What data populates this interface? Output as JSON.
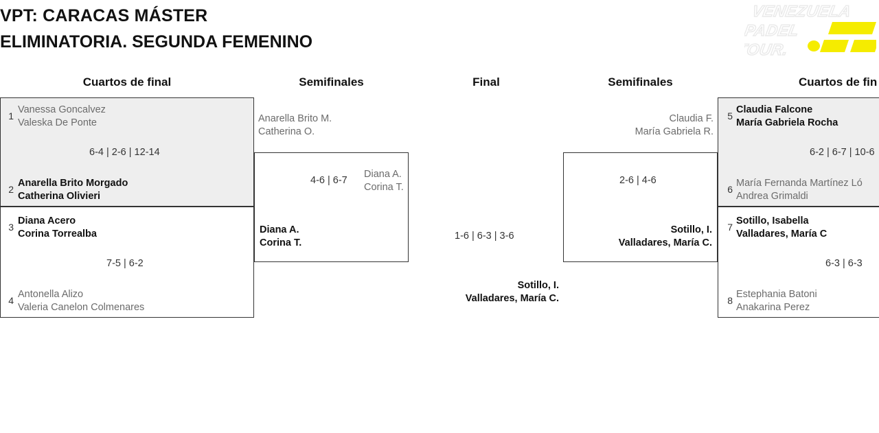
{
  "header": {
    "title_line1": "VPT: CARACAS MÁSTER",
    "title_line2": "ELIMINATORIA. SEGUNDA FEMENINO",
    "logo_line1": "VENEZUELA",
    "logo_line2": "PADEL",
    "logo_line3": "TOUR.",
    "logo_accent_color": "#f5ec00"
  },
  "columns": {
    "qf_left": "Cuartos de final",
    "sf_left": "Semifinales",
    "final": "Final",
    "sf_right": "Semifinales",
    "qf_right": "Cuartos de fin"
  },
  "bracket": {
    "qf_left": [
      {
        "shaded": true,
        "score": "6-4 | 2-6 | 12-14",
        "top": {
          "seed": "1",
          "player1": "Vanessa Goncalvez",
          "player2": "Valeska De Ponte",
          "result": "loser"
        },
        "bottom": {
          "seed": "2",
          "player1": "Anarella Brito Morgado",
          "player2": "Catherina Olivieri",
          "result": "winner"
        }
      },
      {
        "shaded": false,
        "score": "7-5 | 6-2",
        "top": {
          "seed": "3",
          "player1": "Diana Acero",
          "player2": "Corina Torrealba",
          "result": "winner"
        },
        "bottom": {
          "seed": "4",
          "player1": "Antonella Alizo",
          "player2": "Valeria Canelon Colmenares",
          "result": "loser"
        }
      }
    ],
    "sf_left": {
      "score": "4-6 | 6-7",
      "top": {
        "player1": "Anarella Brito M.",
        "player2": "Catherina O.",
        "result": "loser"
      },
      "bottom": {
        "player1": "Diana A.",
        "player2": "Corina T.",
        "result": "winner"
      }
    },
    "final": {
      "score": "1-6 | 6-3 | 3-6",
      "top": {
        "player1": "Diana A.",
        "player2": "Corina T.",
        "result": "loser"
      },
      "bottom": {
        "player1": "Sotillo, I.",
        "player2": "Valladares, María C.",
        "result": "winner"
      }
    },
    "sf_right": {
      "score": "2-6 | 4-6",
      "top": {
        "player1": "Claudia F.",
        "player2": "María Gabriela R.",
        "result": "loser"
      },
      "bottom": {
        "player1": "Sotillo, I.",
        "player2": "Valladares, María C.",
        "result": "winner"
      }
    },
    "qf_right": [
      {
        "shaded": true,
        "score": "6-2 | 6-7 | 10-6",
        "top": {
          "seed": "5",
          "player1": "Claudia Falcone",
          "player2": "María Gabriela Rocha",
          "result": "winner"
        },
        "bottom": {
          "seed": "6",
          "player1": "María Fernanda Martínez Ló",
          "player2": "Andrea Grimaldi",
          "result": "loser"
        }
      },
      {
        "shaded": false,
        "score": "6-3 | 6-3",
        "top": {
          "seed": "7",
          "player1": "Sotillo, Isabella",
          "player2": "Valladares, María C",
          "result": "winner"
        },
        "bottom": {
          "seed": "8",
          "player1": "Estephania Batoni",
          "player2": "Anakarina Perez",
          "result": "loser"
        }
      }
    ]
  }
}
